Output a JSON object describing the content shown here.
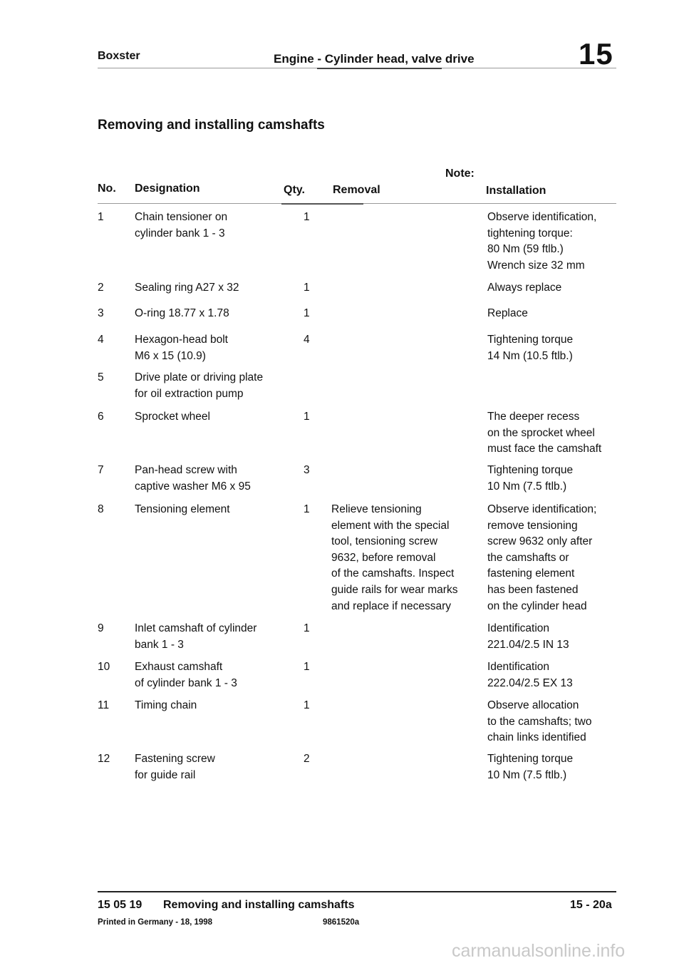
{
  "header": {
    "model": "Boxster",
    "section": "Engine - Cylinder head, valve drive",
    "chapter": "15"
  },
  "title": "Removing and installing camshafts",
  "columns": {
    "no": "No.",
    "designation": "Designation",
    "qty": "Qty.",
    "note": "Note:",
    "removal": "Removal",
    "installation": "Installation"
  },
  "rows": [
    {
      "no": "1",
      "designation": [
        "Chain tensioner on",
        "cylinder bank 1 - 3"
      ],
      "qty": "1",
      "removal": [],
      "installation": [
        "Observe identification,",
        "tightening torque:",
        "80 Nm (59 ftlb.)",
        "Wrench size 32 mm"
      ]
    },
    {
      "no": "2",
      "designation": [
        "Sealing ring A27 x 32"
      ],
      "qty": "1",
      "removal": [],
      "installation": [
        "Always replace"
      ]
    },
    {
      "no": "3",
      "designation": [
        "O-ring 18.77 x 1.78"
      ],
      "qty": "1",
      "removal": [],
      "installation": [
        "Replace"
      ]
    },
    {
      "no": "4",
      "designation": [
        "Hexagon-head bolt",
        "M6 x 15 (10.9)"
      ],
      "qty": "4",
      "removal": [],
      "installation": [
        "Tightening torque",
        "14 Nm (10.5 ftlb.)"
      ]
    },
    {
      "no": "5",
      "designation": [
        "Drive plate or driving plate",
        "for oil extraction pump"
      ],
      "qty": "",
      "removal": [],
      "installation": []
    },
    {
      "no": "6",
      "designation": [
        "Sprocket wheel"
      ],
      "qty": "1",
      "removal": [],
      "installation": [
        "The deeper recess",
        "on the sprocket wheel",
        "must face the camshaft"
      ]
    },
    {
      "no": "7",
      "designation": [
        "Pan-head screw with",
        "captive washer M6 x 95"
      ],
      "qty": "3",
      "removal": [],
      "installation": [
        "Tightening torque",
        "10 Nm (7.5 ftlb.)"
      ]
    },
    {
      "no": "8",
      "designation": [
        "Tensioning element"
      ],
      "qty": "1",
      "removal": [
        "Relieve tensioning",
        "element with the special",
        "tool, tensioning screw",
        "9632, before removal",
        "of the camshafts. Inspect",
        "guide rails for wear marks",
        "and replace if necessary"
      ],
      "installation": [
        "Observe identification;",
        "remove tensioning",
        "screw 9632 only after",
        "the camshafts or",
        "fastening element",
        "has been fastened",
        "on the cylinder head"
      ]
    },
    {
      "no": "9",
      "designation": [
        "Inlet camshaft of cylinder",
        "bank 1 - 3"
      ],
      "qty": "1",
      "removal": [],
      "installation": [
        "Identification",
        "221.04/2.5 IN 13"
      ]
    },
    {
      "no": "10",
      "designation": [
        "Exhaust camshaft",
        "of cylinder bank 1 - 3"
      ],
      "qty": "1",
      "removal": [],
      "installation": [
        "Identification",
        "222.04/2.5 EX 13"
      ]
    },
    {
      "no": "11",
      "designation": [
        "Timing chain"
      ],
      "qty": "1",
      "removal": [],
      "installation": [
        "Observe allocation",
        "to the camshafts; two",
        "chain links identified"
      ]
    },
    {
      "no": "12",
      "designation": [
        "Fastening screw",
        "for guide rail"
      ],
      "qty": "2",
      "removal": [],
      "installation": [
        "Tightening torque",
        "10 Nm (7.5 ftlb.)"
      ]
    }
  ],
  "footer": {
    "code": "15 05 19",
    "title": "Removing and installing camshafts",
    "page": "15 - 20a",
    "printed": "Printed in Germany - 18, 1998",
    "doc_number": "9861520a"
  },
  "watermark": "carmanualsonline.info"
}
